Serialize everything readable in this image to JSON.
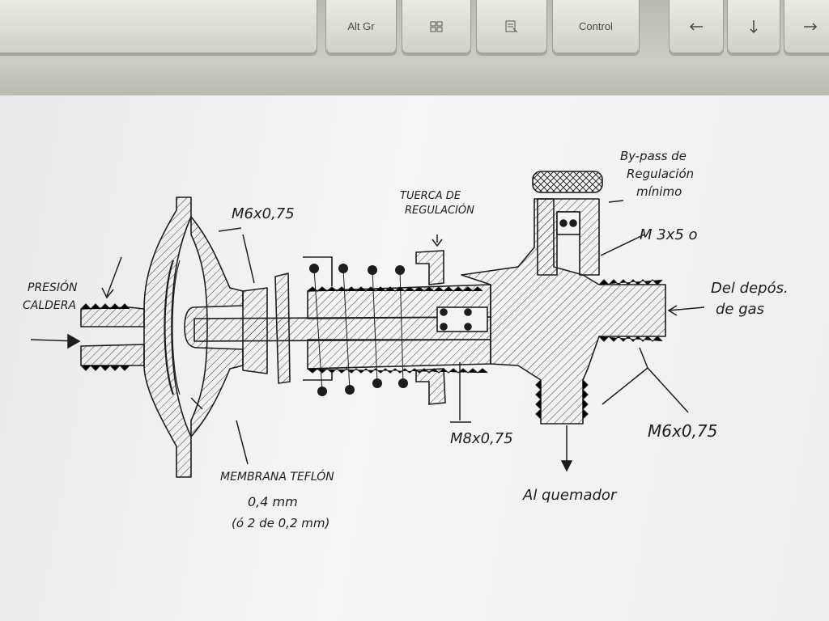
{
  "keyboard": {
    "keys": [
      {
        "label": ""
      },
      {
        "label": "Alt Gr"
      },
      {
        "label": "",
        "icon": "windows-logo-icon"
      },
      {
        "label": "",
        "icon": "menu-key-icon"
      },
      {
        "label": "Control"
      },
      {
        "label": "",
        "icon": "arrow-left-icon"
      },
      {
        "label": "",
        "icon": "arrow-down-icon"
      },
      {
        "label": "",
        "icon": "arrow-right-icon"
      }
    ]
  },
  "diagram": {
    "labels": {
      "presion_line1": "PRESIÓN",
      "presion_line2": "CALDERA",
      "m6_top": "M6x0,75",
      "tuerca_line1": "TUERCA DE",
      "tuerca_line2": "REGULACIÓN",
      "bypass_line1": "By-pass de",
      "bypass_line2": "Regulación",
      "bypass_line3": "mínimo",
      "m3": "M 3x5 o",
      "deposito_line1": "Del depós.",
      "deposito_line2": "de gas",
      "m8": "M8x0,75",
      "m6_bottom": "M6x0,75",
      "quemador": "Al quemador",
      "membrana_line1": "MEMBRANA TEFLÓN",
      "membrana_line2": "0,4 mm",
      "membrana_line3": "(ó 2 de 0,2 mm)"
    }
  },
  "colors": {
    "ink": "#1c1c24",
    "paper": "#f2f2f4",
    "keyboard": "#cfccc2"
  }
}
